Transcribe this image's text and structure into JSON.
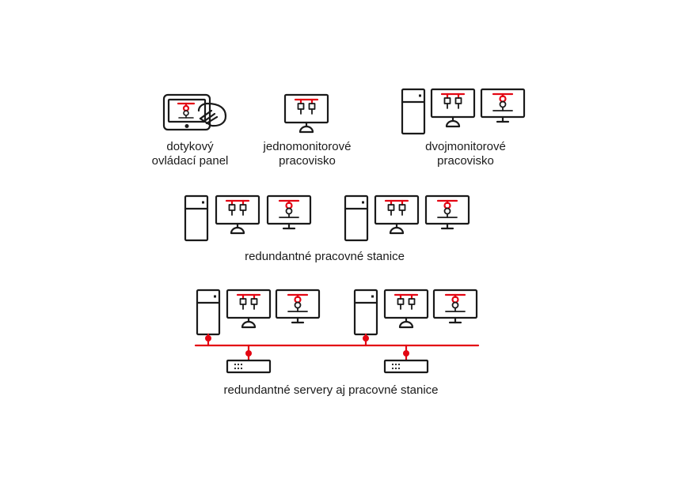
{
  "colors": {
    "accent": "#e30613",
    "ink": "#1a1a1a",
    "background": "#ffffff"
  },
  "labels": {
    "touch_panel": [
      "dotykový",
      "ovládací panel"
    ],
    "single_monitor": [
      "jednomonitorové",
      "pracovisko"
    ],
    "dual_monitor": [
      "dvojmonitorové",
      "pracovisko"
    ],
    "redundant_workstations": "redundantné pracovné stanice",
    "redundant_servers": "redundantné servery aj pracovné stanice"
  },
  "icons": [
    "touch-panel-icon",
    "monitor-icon",
    "tower-pc-icon",
    "server-icon",
    "network-bus"
  ]
}
